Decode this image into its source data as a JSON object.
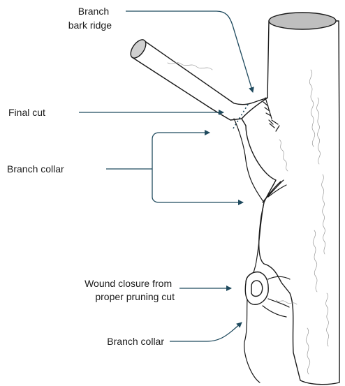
{
  "labels": {
    "branch_bark_ridge": [
      "Branch",
      "bark ridge"
    ],
    "final_cut": "Final cut",
    "branch_collar_upper": "Branch collar",
    "wound_closure": [
      "Wound closure from",
      "proper pruning cut"
    ],
    "branch_collar_lower": "Branch collar"
  },
  "colors": {
    "leader": "#1f4a5e",
    "outline": "#1a1a1a",
    "texture": "#9a9a9a",
    "trunk_top": "#bfbfbf"
  }
}
